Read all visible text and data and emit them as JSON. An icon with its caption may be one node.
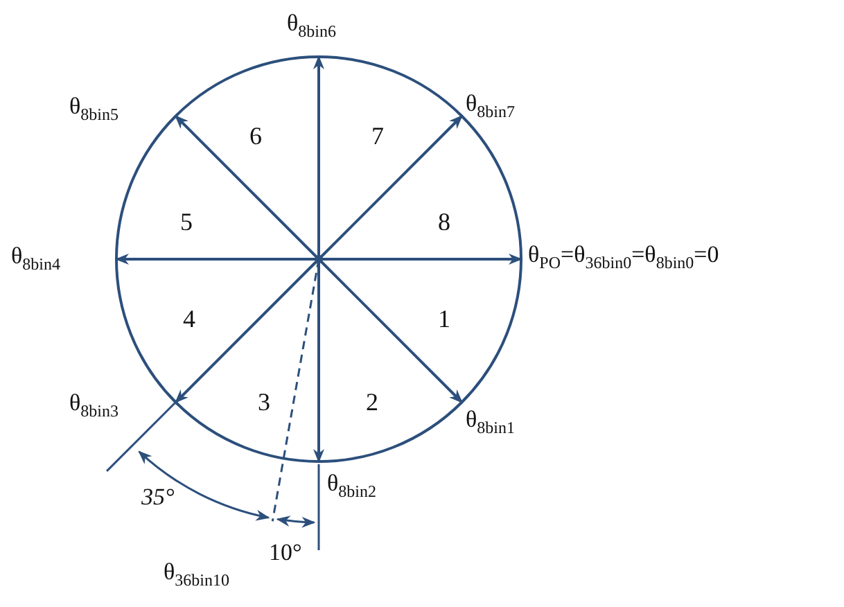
{
  "diagram": {
    "nodes": [
      {
        "text": [],
        "shape": "point"
      },
      {
        "text": [
          "θ$_{8bin6}$"
        ]
      },
      {
        "text": [
          "θ$_{8bin5}$"
        ]
      },
      {
        "text": [
          "θ$_{8bin7}$"
        ]
      },
      {
        "text": [
          "θ$_{8bin4}$"
        ]
      },
      {
        "text": [
          "θ$_{PO}$=θ$_{36bin0}$=θ$_{8bin0}$=0"
        ]
      },
      {
        "text": [
          "θ$_{8bin3}$"
        ]
      },
      {
        "text": [
          "θ$_{8bin1}$"
        ]
      },
      {
        "text": [
          "θ$_{8bin2}$"
        ]
      }
    ],
    "edges": [
      {
        "from": 0,
        "to": 1,
        "arrow": "to"
      },
      {
        "from": 0,
        "to": 2,
        "arrow": "to"
      },
      {
        "from": 0,
        "to": 3,
        "arrow": "to"
      },
      {
        "from": 0,
        "to": 4,
        "arrow": "to"
      },
      {
        "from": 0,
        "to": 5,
        "arrow": "to"
      },
      {
        "from": 0,
        "to": 6,
        "arrow": "to"
      },
      {
        "from": 0,
        "to": 7,
        "arrow": "to"
      },
      {
        "from": 0,
        "to": 8,
        "arrow": "to"
      }
    ],
    "labels": [
      "6",
      "7",
      "5",
      "8",
      "4",
      "1",
      "3",
      "2",
      "35°",
      "10°",
      "θ$_{36bin10}$"
    ]
  }
}
